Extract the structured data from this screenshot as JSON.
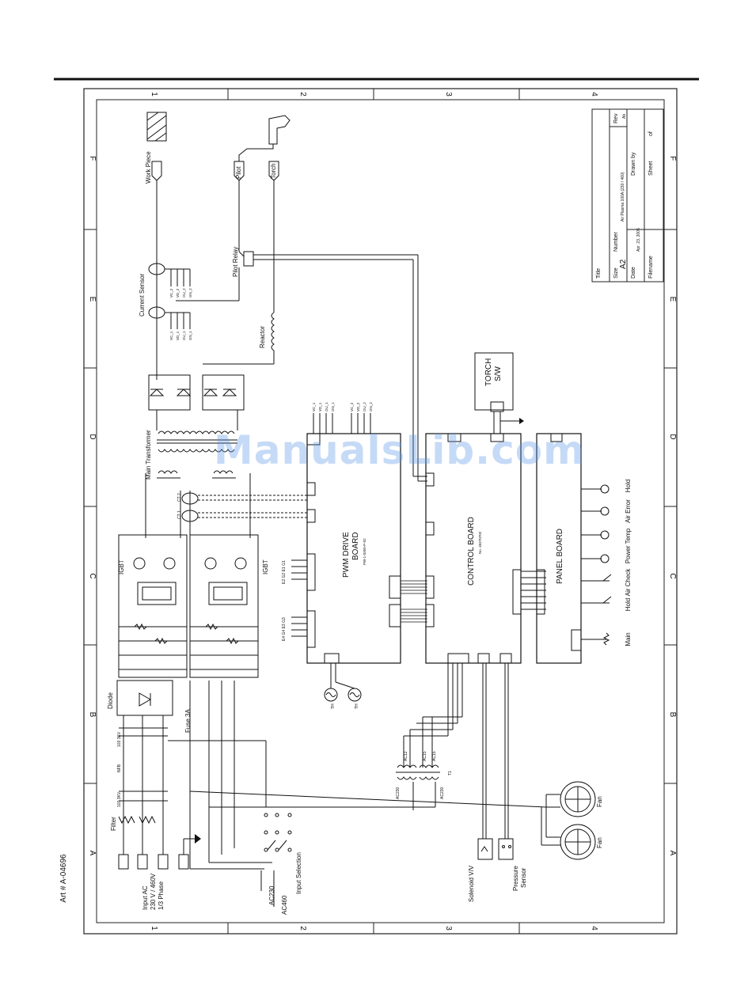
{
  "art_ref": "Art # A-04696",
  "border": {
    "cols": [
      "1",
      "2",
      "3",
      "4"
    ],
    "rows": [
      "F",
      "E",
      "D",
      "C",
      "B",
      "A"
    ]
  },
  "title_block": {
    "title_label": "Title",
    "size_label": "Size",
    "size_value": "A2",
    "number_label": "Number",
    "number_value": "Air Plasma 100A (230 / 460)",
    "rev_label": "Rev",
    "rev_value": "Ab",
    "date_label": "Date",
    "date_value": "Apr. 23, 2005",
    "drawn_label": "Drawn by",
    "filename_label": "Filename",
    "sheet_label": "Sheet",
    "of_label": "of"
  },
  "labels": {
    "work_piece": "Work Piece",
    "pilot": "Pilot",
    "torch": "Torch",
    "pilot_relay": "Pilot Relay",
    "current_sensor": "Current Sensor",
    "reactor": "Reactor",
    "main_transformer": "Main Transformer",
    "igbt_1": "IGBT",
    "igbt_2": "IGBT",
    "diode": "Diode",
    "fuse": "Fuse 3A",
    "filter": "Filter",
    "nfb": "NFB",
    "input_ac_1": "Input AC",
    "input_ac_2": "230 V / 460V",
    "input_ac_3": "1/3 Phase",
    "ac230": "AC230",
    "ac460": "AC460",
    "input_selection": "Input Selection",
    "pwm_1": "PWM DRIVE",
    "pwm_2": "BOARD",
    "pwm_part": "PW-1-0350-P-02",
    "control_board": "CONTROL BOARD",
    "control_part": "No. 40270702",
    "panel_board": "PANEL BOARD",
    "torch_sw_1": "TORCH",
    "torch_sw_2": "S/W",
    "solenoid": "Solenoid V/V",
    "pressure_1": "Pressure",
    "pressure_2": "Sensor",
    "fan_1": "Fan",
    "fan_2": "Fan",
    "t1": "T1",
    "ac12": "AC12",
    "ac15a": "AC15",
    "ac15b": "AC15",
    "ac230a": "AC230",
    "ac230b": "AC230",
    "ct1": "CT 1",
    "ct2": "CT 2",
    "sig_vc1": "VC_1",
    "sig_vd1": "VD_1",
    "sig_ou1": "OU_1",
    "sig_gn1": "GN_1",
    "sig_vc2": "VC_2",
    "sig_vd2": "VD_2",
    "sig_ou2": "OU_2",
    "sig_gn2": "GN_2",
    "gate_1": "E2 G2 E1 G1",
    "gate_2": "E4 G4 E3 G3",
    "th1": "TH",
    "th2": "TH",
    "c_103": "103 3KV",
    "c_103b": "103 3KV"
  },
  "panel_labels": [
    "Hold",
    "Air Error",
    "Power Temp",
    "Air Check",
    "Hold",
    "Main"
  ],
  "watermark": "ManualsLib.com"
}
